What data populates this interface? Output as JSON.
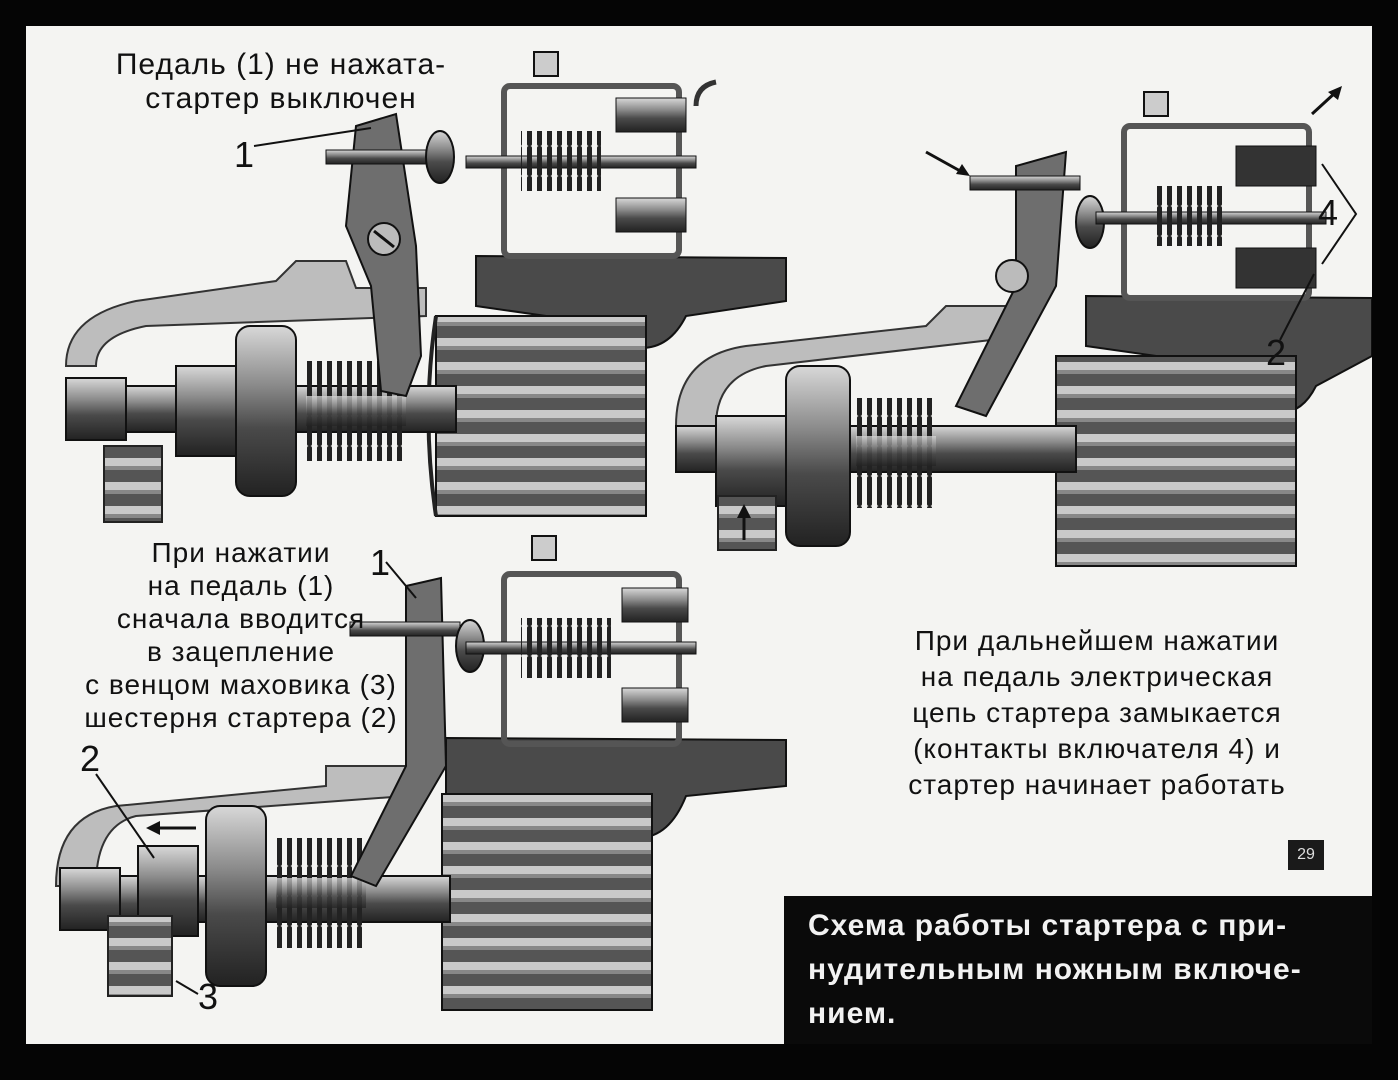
{
  "caption_top": [
    "Педаль (1) не нажата-",
    "стартер выключен"
  ],
  "caption_middle": [
    "При нажатии",
    "на педаль (1)",
    "сначала вводится",
    "в зацепление",
    "с венцом маховика (3)",
    "шестерня стартера (2)"
  ],
  "caption_right": [
    "При дальнейшем нажатии",
    "на педаль электрическая",
    "цепь стартера замыкается",
    "(контакты включателя 4) и",
    "стартер начинает работать"
  ],
  "labels": {
    "top_left_1": "1",
    "bottom_left_1": "1",
    "bottom_left_2": "2",
    "bottom_left_3": "3",
    "right_4": "4",
    "right_2": "2"
  },
  "page_number": "29",
  "title": [
    "Схема работы стартера с при-",
    "нудительным ножным включе-",
    "нием."
  ],
  "colors": {
    "frame": "#050505",
    "paper": "#f4f4f2",
    "title_bg": "#0a0a0a",
    "title_text": "#f2f2f2"
  }
}
